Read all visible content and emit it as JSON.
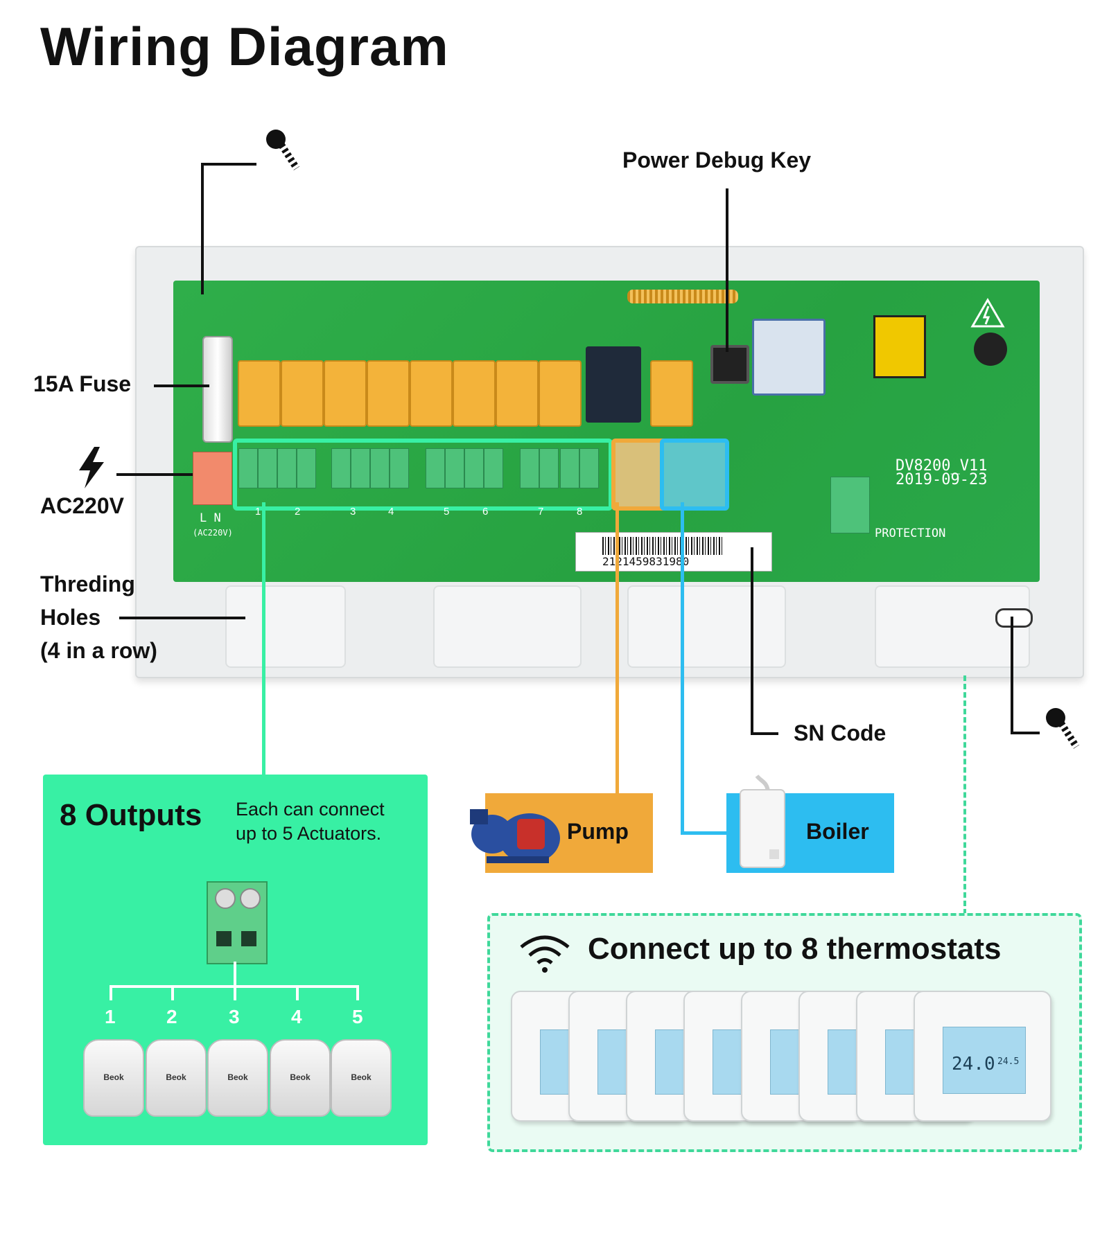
{
  "title": "Wiring Diagram",
  "labels": {
    "power_debug_key": "Power Debug Key",
    "fuse": "15A Fuse",
    "ac": "AC220V",
    "threading_line1": "Threding",
    "threading_line2": "Holes",
    "threading_line3": "(4 in a row)",
    "sn_code": "SN Code"
  },
  "pcb": {
    "model": "DV8200_V11",
    "date": "2019-09-23",
    "protection": "PROTECTION",
    "ln": "L  N",
    "ac_small": "(AC220V)",
    "serial": "2121459831980",
    "terminal_numbers": [
      "1",
      "2",
      "3",
      "4",
      "5",
      "6",
      "7",
      "8"
    ]
  },
  "outputs_panel": {
    "heading": "8 Outputs",
    "note_line1": "Each can connect",
    "note_line2": "up to 5 Actuators.",
    "actuator_numbers": [
      "1",
      "2",
      "3",
      "4",
      "5"
    ],
    "actuator_brand": "Beok"
  },
  "pump": {
    "label": "Pump"
  },
  "boiler": {
    "label": "Boiler"
  },
  "thermostats": {
    "heading": "Connect up to 8 thermostats",
    "count": 8,
    "display_temp": "24.0",
    "display_set": "24.5"
  },
  "colors": {
    "outputs": "#38f0a4",
    "pump": "#f0a93a",
    "boiler": "#2dbdf0",
    "pcb": "#2aa84a"
  },
  "icons": [
    "screw-icon",
    "lightning-icon",
    "wifi-icon",
    "pump-icon",
    "boiler-icon"
  ]
}
